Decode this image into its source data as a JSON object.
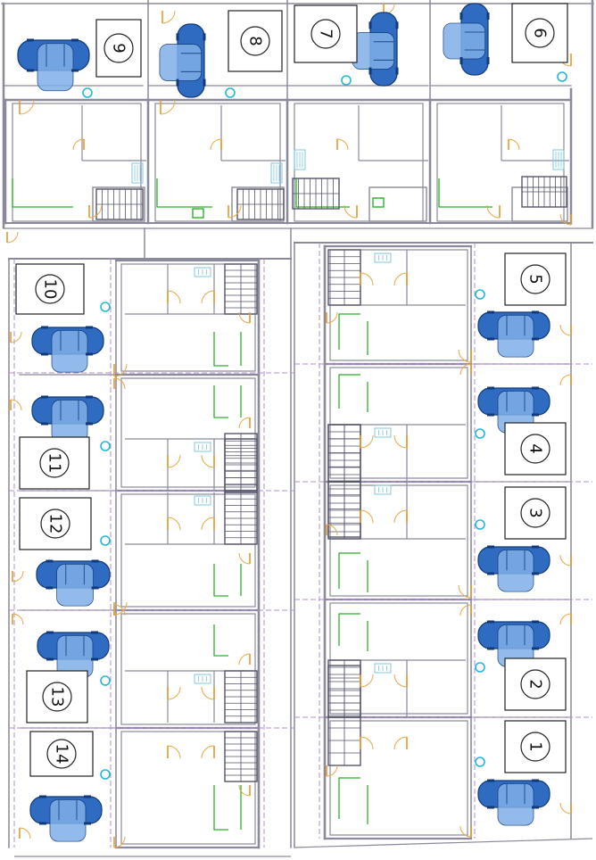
{
  "plan": {
    "unit_numbers": [
      "1",
      "2",
      "3",
      "4",
      "5",
      "6",
      "7",
      "8",
      "9",
      "10",
      "11",
      "12",
      "13",
      "14"
    ]
  },
  "colors": {
    "wall": "#8a8a9c",
    "wall_heavy": "#6a6a8a",
    "partition": "#9a8fb8",
    "door": "#e49a2a",
    "door_arc": "#e8a848",
    "car": "#2f6bc0",
    "car_light": "#7fb0e8",
    "car_outline": "#123a7a",
    "fixture": "#2ab02a",
    "water_point": "#22b8d8",
    "stair": "#55556a",
    "grid_line": "#b28fd0",
    "sink": "#7ec8e0"
  },
  "icons": {
    "car": "car-icon",
    "water_point": "water-point-icon",
    "door": "door-swing-icon",
    "stair": "stair-icon",
    "sink": "sink-icon",
    "unit_label": "unit-number-label"
  }
}
